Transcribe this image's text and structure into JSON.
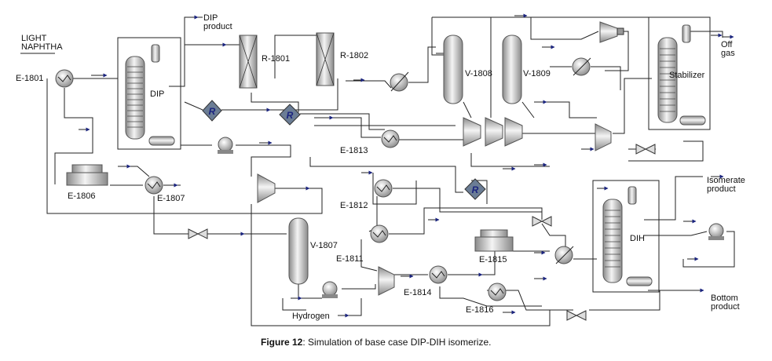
{
  "figure": {
    "caption_bold": "Figure 12",
    "caption_rest": ": Simulation of base case DIP-DIH isomerize."
  },
  "labels": {
    "light_naphtha_1": "LIGHT",
    "light_naphtha_2": "NAPHTHA",
    "dip_product_1": "DIP",
    "dip_product_2": "product",
    "off_gas_1": "Off",
    "off_gas_2": "gas",
    "isomerate_1": "Isomerate",
    "isomerate_2": "product",
    "bottom_1": "Bottom",
    "bottom_2": "product",
    "hydrogen": "Hydrogen"
  },
  "equipment": {
    "e1801": "E-1801",
    "dip": "DIP",
    "r1801": "R-1801",
    "r1802": "R-1802",
    "v1808": "V-1808",
    "v1809": "V-1809",
    "stabilizer": "Stabilizer",
    "e1813": "E-1813",
    "e1806": "E-1806",
    "e1807": "E-1807",
    "e1812": "E-1812",
    "e1811": "E-1811",
    "v1807": "V-1807",
    "e1814": "E-1814",
    "e1815": "E-1815",
    "e1816": "E-1816",
    "dih": "DIH",
    "recycle": "R"
  }
}
